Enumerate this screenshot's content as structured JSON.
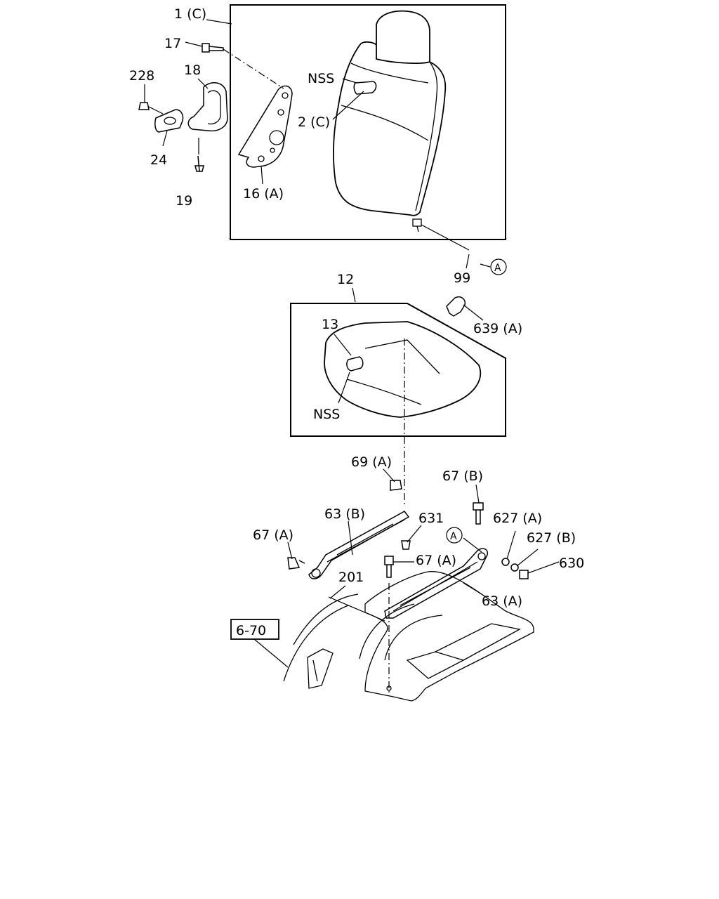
{
  "callouts": {
    "c1C": "1 (C)",
    "c17": "17",
    "c228": "228",
    "c18": "18",
    "cNSS1": "NSS",
    "c2C": "2 (C)",
    "c24": "24",
    "c19": "19",
    "c16A": "16 (A)",
    "c99": "99",
    "cA1": "A",
    "c12": "12",
    "c639A": "639 (A)",
    "c13": "13",
    "cNSS2": "NSS",
    "c69A": "69 (A)",
    "c67B": "67 (B)",
    "c63B": "63 (B)",
    "c631": "631",
    "c627A": "627 (A)",
    "c67A1": "67 (A)",
    "cA2": "A",
    "c627B": "627 (B)",
    "c67A2": "67 (A)",
    "c630": "630",
    "c201": "201",
    "c63A": "63 (A)",
    "c670": "6-70"
  }
}
